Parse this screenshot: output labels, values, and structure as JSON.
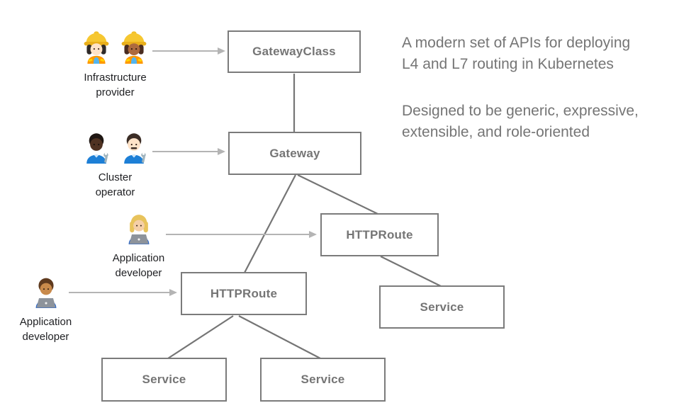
{
  "colors": {
    "canvas_bg": "#ffffff",
    "box_border": "#7b7b7b",
    "box_text": "#757575",
    "edge": "#757575",
    "arrow": "#b4b4b4",
    "persona_label": "#202124",
    "description_text": "#757575"
  },
  "nodes": {
    "gatewayclass": {
      "label": "GatewayClass"
    },
    "gateway": {
      "label": "Gateway"
    },
    "httproute_right": {
      "label": "HTTPRoute"
    },
    "httproute_left": {
      "label": "HTTPRoute"
    },
    "service_right": {
      "label": "Service"
    },
    "service_bottom_left": {
      "label": "Service"
    },
    "service_bottom_mid": {
      "label": "Service"
    }
  },
  "personas": {
    "infrastructure_provider": {
      "label": [
        "Infrastructure",
        "provider"
      ],
      "icons": [
        "woman-construction-worker-light",
        "woman-construction-worker-medium-dark"
      ]
    },
    "cluster_operator": {
      "label": [
        "Cluster",
        "operator"
      ],
      "icons": [
        "person-mechanic-dark",
        "man-mechanic-light"
      ]
    },
    "application_developer_top": {
      "label": [
        "Application",
        "developer"
      ],
      "icons": [
        "woman-technologist"
      ]
    },
    "application_developer_bottom": {
      "label": [
        "Application",
        "developer"
      ],
      "icons": [
        "man-technologist"
      ]
    }
  },
  "description": {
    "paragraph1": [
      "A modern set of APIs for deploying",
      "L4 and L7 routing in Kubernetes"
    ],
    "paragraph2": [
      "Designed to be generic, expressive,",
      "extensible, and role-oriented"
    ]
  }
}
